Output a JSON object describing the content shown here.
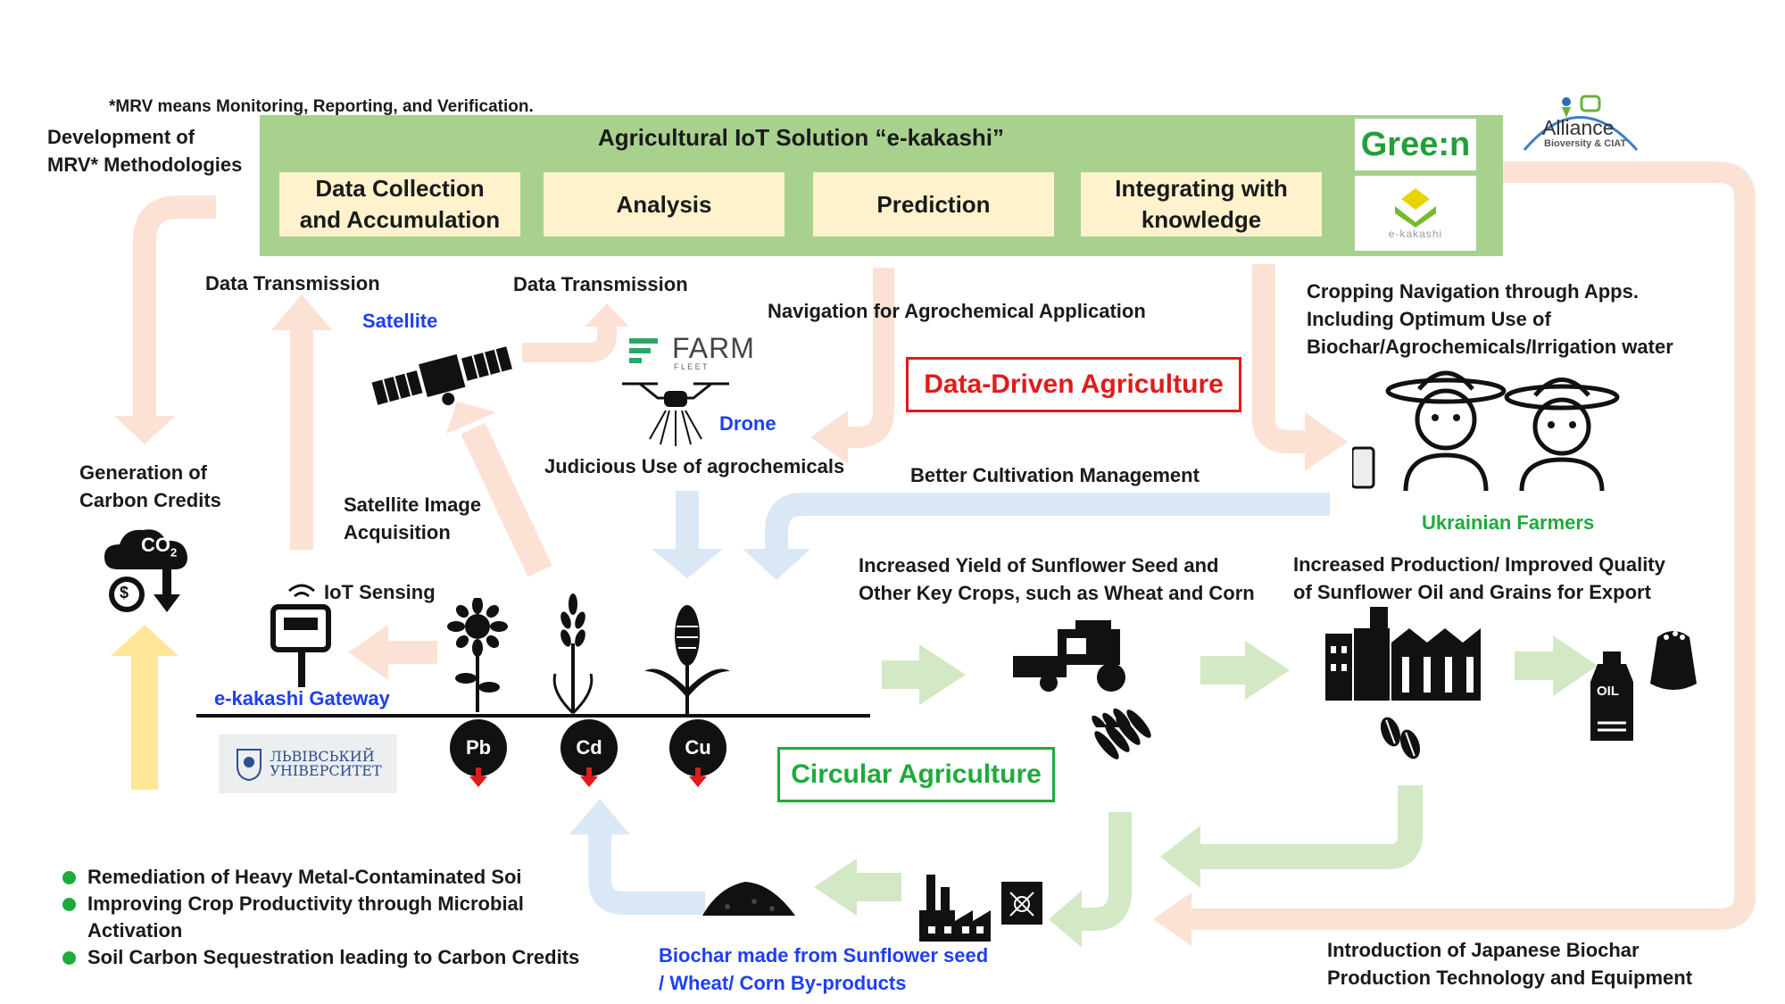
{
  "footnote": "*MRV means Monitoring, Reporting, and Verification.",
  "mrv_label": "Development of\nMRV* Methodologies",
  "banner": {
    "title": "Agricultural IoT Solution “e-kakashi”",
    "boxes": [
      "Data Collection\nand Accumulation",
      "Analysis",
      "Prediction",
      "Integrating with\nknowledge"
    ]
  },
  "logos": {
    "green": "Gree",
    "green_tail": "n",
    "alliance": "Alliance",
    "alliance_sub": "Bioversity & CIAT",
    "ekakashi_logo_text": "e-kakashi",
    "farm": "FARM",
    "farm_sub": "F L E E T",
    "university": "ЛЬВІВСЬКИЙ\nУНІВЕРСИТЕТ"
  },
  "labels": {
    "data_transmission_1": "Data Transmission",
    "data_transmission_2": "Data Transmission",
    "satellite": "Satellite",
    "drone": "Drone",
    "nav_agrochem": "Navigation for Agrochemical Application",
    "data_driven": "Data-Driven Agriculture",
    "cropping_nav": "Cropping Navigation through Apps.\nIncluding Optimum Use of\nBiochar/Agrochemicals/Irrigation water",
    "judicious": "Judicious Use of agrochemicals",
    "better_mgmt": "Better Cultivation Management",
    "ukr_farmers": "Ukrainian Farmers",
    "carbon_credits": "Generation of\nCarbon Credits",
    "sat_image": "Satellite Image\nAcquisition",
    "iot_sensing": "IoT Sensing",
    "gateway": "e-kakashi Gateway",
    "increased_yield": "Increased Yield of Sunflower Seed and\nOther Key Crops, such as Wheat and Corn",
    "increased_prod": "Increased Production/ Improved Quality\nof Sunflower Oil  and Grains for Export",
    "circular": "Circular Agriculture",
    "biochar": "Biochar made from Sunflower seed\n/ Wheat/ Corn By-products",
    "japanese": "Introduction of Japanese Biochar\nProduction Technology and Equipment",
    "co2": "CO",
    "co2_sub": "2",
    "oil": "OIL"
  },
  "metals": [
    "Pb",
    "Cd",
    "Cu"
  ],
  "bullets": [
    "Remediation of Heavy Metal-Contaminated Soi",
    "Improving Crop Productivity through Microbial Activation",
    "Soil Carbon Sequestration leading to Carbon Credits"
  ],
  "colors": {
    "banner": "#a9d18e",
    "box": "#fff2cc",
    "salmon_arrow": "#fbe2d5",
    "blue_arrow": "#dae8f6",
    "green_arrow": "#d3e8c4",
    "yellow_arrow": "#ffe699",
    "red": "#e01b1b",
    "green_text": "#1faa3c",
    "blue_text": "#1f3ff0"
  }
}
